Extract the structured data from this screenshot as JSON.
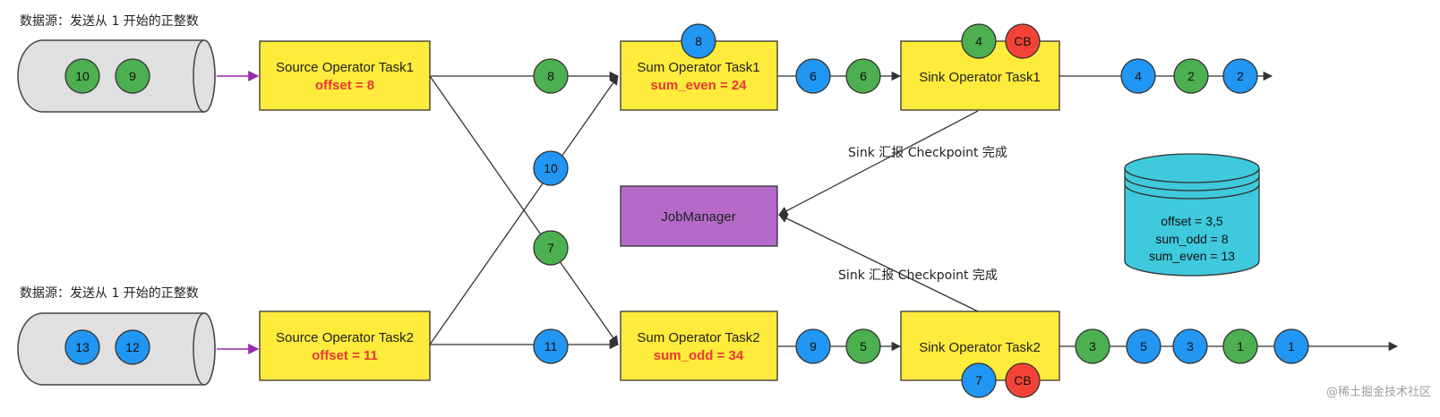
{
  "colors": {
    "green": "#4caf50",
    "blue": "#2196f3",
    "red": "#f44336",
    "yellow": "#ffeb3b",
    "purple": "#b56ac9",
    "cyan": "#3ec9dc",
    "pipe": "#e0e0e0",
    "magenta_arrow": "#9c27b0"
  },
  "sources": [
    {
      "label": "数据源：发送从 1 开始的正整数",
      "items": [
        {
          "text": "10",
          "color": "green"
        },
        {
          "text": "9",
          "color": "green"
        }
      ]
    },
    {
      "label": "数据源：发送从 1 开始的正整数",
      "items": [
        {
          "text": "13",
          "color": "blue"
        },
        {
          "text": "12",
          "color": "blue"
        }
      ]
    }
  ],
  "source_tasks": [
    {
      "title": "Source Operator Task1",
      "state": "offset = 8"
    },
    {
      "title": "Source Operator Task2",
      "state": "offset = 11"
    }
  ],
  "sum_tasks": [
    {
      "title": "Sum Operator Task1",
      "state": "sum_even = 24",
      "barrier": {
        "text": "8",
        "color": "blue"
      }
    },
    {
      "title": "Sum Operator Task2",
      "state": "sum_odd = 34"
    }
  ],
  "sink_tasks": [
    {
      "title": "Sink Operator Task1",
      "barriers": [
        {
          "text": "4",
          "color": "green"
        },
        {
          "text": "CB",
          "color": "red"
        }
      ]
    },
    {
      "title": "Sink Operator Task2",
      "barriers": [
        {
          "text": "7",
          "color": "blue"
        },
        {
          "text": "CB",
          "color": "red"
        }
      ]
    }
  ],
  "channels": {
    "src1_sum1": {
      "text": "8",
      "color": "green"
    },
    "src2_sum1": {
      "text": "10",
      "color": "blue"
    },
    "src1_sum2": {
      "text": "7",
      "color": "green"
    },
    "src2_sum2": {
      "text": "11",
      "color": "blue"
    },
    "sum1_sink1": [
      {
        "text": "6",
        "color": "blue"
      },
      {
        "text": "6",
        "color": "green"
      }
    ],
    "sum2_sink2": [
      {
        "text": "9",
        "color": "blue"
      },
      {
        "text": "5",
        "color": "green"
      }
    ]
  },
  "outputs": [
    [
      {
        "text": "4",
        "color": "blue"
      },
      {
        "text": "2",
        "color": "green"
      },
      {
        "text": "2",
        "color": "blue"
      }
    ],
    [
      {
        "text": "3",
        "color": "green"
      },
      {
        "text": "5",
        "color": "blue"
      },
      {
        "text": "3",
        "color": "blue"
      },
      {
        "text": "1",
        "color": "green"
      },
      {
        "text": "1",
        "color": "blue"
      }
    ]
  ],
  "jobmanager": {
    "label": "JobManager"
  },
  "reports": [
    "Sink 汇报 Checkpoint 完成",
    "Sink 汇报 Checkpoint 完成"
  ],
  "state_store": {
    "lines": [
      "offset = 3,5",
      "sum_odd = 8",
      "sum_even = 13"
    ]
  },
  "watermark": "@稀土掘金技术社区"
}
